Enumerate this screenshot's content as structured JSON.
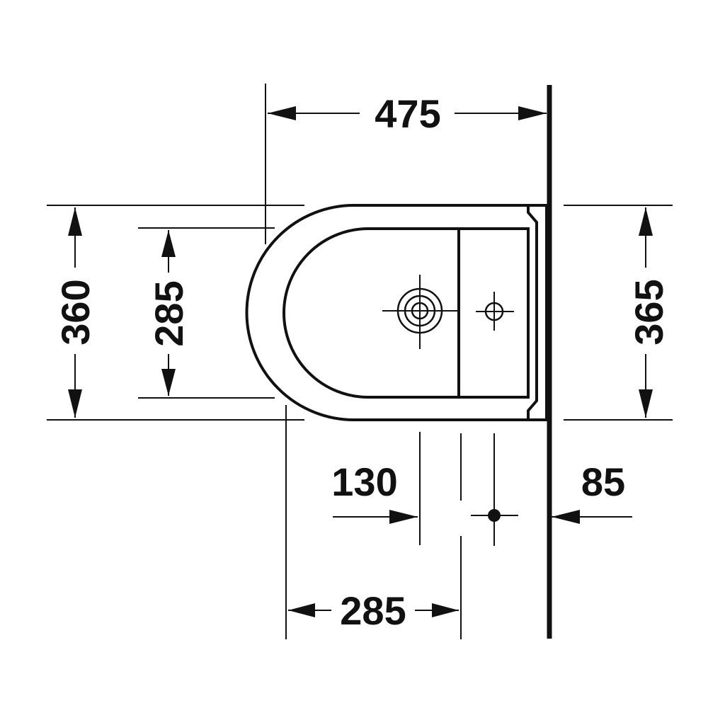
{
  "dimensions": {
    "overall_depth": "475",
    "overall_width": "360",
    "bowl_width": "285",
    "seat_width": "365",
    "drain_offset": "130",
    "wall_to_drain": "85",
    "bottom_width": "285"
  }
}
